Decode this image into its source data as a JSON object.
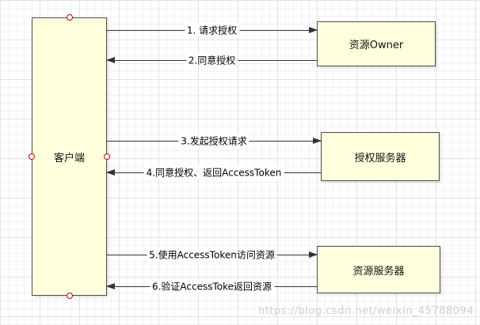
{
  "diagram": {
    "nodes": {
      "client": {
        "label": "客户端"
      },
      "resource_owner": {
        "label": "资源Owner"
      },
      "auth_server": {
        "label": "授权服务器"
      },
      "resource_server": {
        "label": "资源服务器"
      }
    },
    "arrows": [
      {
        "label": "1. 请求授权",
        "direction": "right",
        "from": "client",
        "to": "resource_owner"
      },
      {
        "label": "2.同意授权",
        "direction": "left",
        "from": "resource_owner",
        "to": "client"
      },
      {
        "label": "3.发起授权请求",
        "direction": "right",
        "from": "client",
        "to": "auth_server"
      },
      {
        "label": "4.同意授权、返回AccessToken",
        "direction": "left",
        "from": "auth_server",
        "to": "client"
      },
      {
        "label": "5.使用AccessToken访问资源",
        "direction": "right",
        "from": "client",
        "to": "resource_server"
      },
      {
        "label": "6.验证AccessToke返回资源",
        "direction": "left",
        "from": "resource_server",
        "to": "client"
      }
    ],
    "colors": {
      "node_fill": "#ffffde",
      "node_border": "#4d4d4d",
      "arrow": "#333333",
      "connection_point": "#cc0000"
    }
  },
  "watermark": "https://blog.csdn.net/weixin_45788094"
}
